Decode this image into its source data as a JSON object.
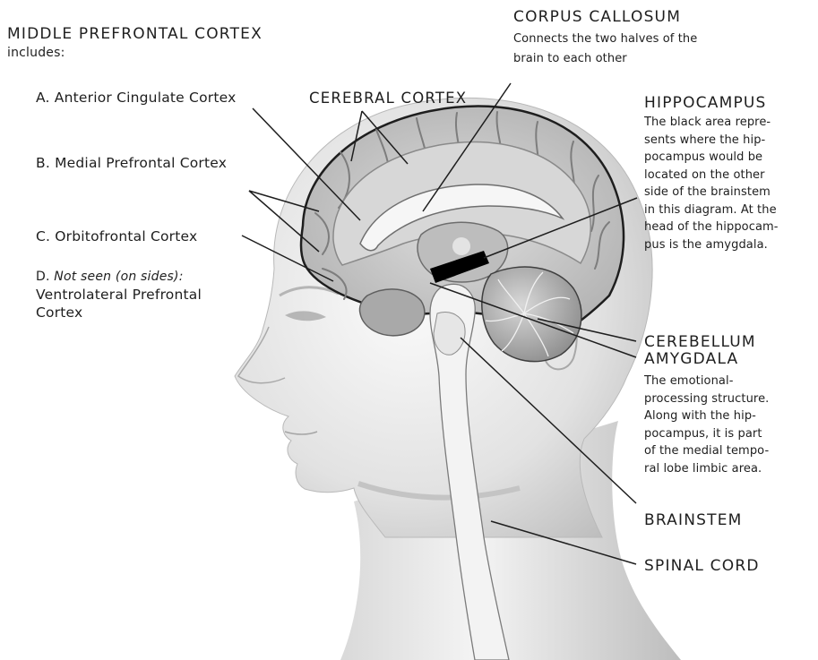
{
  "middle_pfc": {
    "title": "MIDDLE PREFRONTAL CORTEX",
    "subtitle": "includes:",
    "items": [
      "A. Anterior Cingulate Cortex",
      "B. Medial Prefrontal Cortex",
      "C. Orbitofrontal Cortex"
    ],
    "item_d_prefix": "D. ",
    "item_d_italic": "Not seen (on sides):",
    "item_d_lines": [
      "Ventrolateral Prefrontal",
      "Cortex"
    ]
  },
  "cerebral_cortex": {
    "title": "CEREBRAL CORTEX"
  },
  "corpus_callosum": {
    "title": "CORPUS CALLOSUM",
    "lines": [
      "Connects the two halves of the",
      "brain to each other"
    ]
  },
  "hippocampus": {
    "title": "HIPPOCAMPUS",
    "lines": [
      "The black area repre-",
      "sents where the hip-",
      "pocampus would be",
      "located on the other",
      "side of the brainstem",
      "in this diagram. At the",
      "head of the hippocam-",
      "pus is the amygdala."
    ]
  },
  "cerebellum": {
    "title": "CEREBELLUM"
  },
  "amygdala": {
    "title": "AMYGDALA",
    "lines": [
      "The emotional-",
      "processing structure.",
      "Along with the hip-",
      "pocampus, it is part",
      "of the medial tempo-",
      "ral lobe limbic area."
    ]
  },
  "brainstem": {
    "title": "BRAINSTEM"
  },
  "spinal_cord": {
    "title": "SPINAL CORD"
  },
  "colors": {
    "ink": "#1e1e1e",
    "skin_light": "#f1f1f1",
    "skin_mid": "#c9c9c9",
    "brain_tissue": "#c4c4c4",
    "cerebellum_fill": "#9a9a9a",
    "hippocampus_mark": "#000000"
  }
}
